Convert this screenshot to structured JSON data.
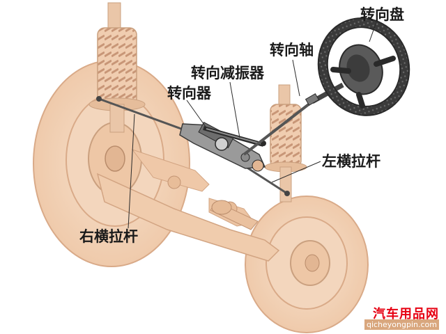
{
  "labels": {
    "steering_wheel": "转向盘",
    "steering_shaft": "转向轴",
    "steering_damper": "转向减振器",
    "steering_gear": "转向器",
    "left_tie_rod": "左横拉杆",
    "right_tie_rod": "右横拉杆"
  },
  "watermark": {
    "site_name": "汽车用品网",
    "url": "qicheyongpin.com"
  },
  "colors": {
    "chassis": "#f2d2b4",
    "chassis_edge": "#d9aa88",
    "steel": "#7a7a7a",
    "dark": "#2a2a2a",
    "watermark_red": "#e60012"
  }
}
